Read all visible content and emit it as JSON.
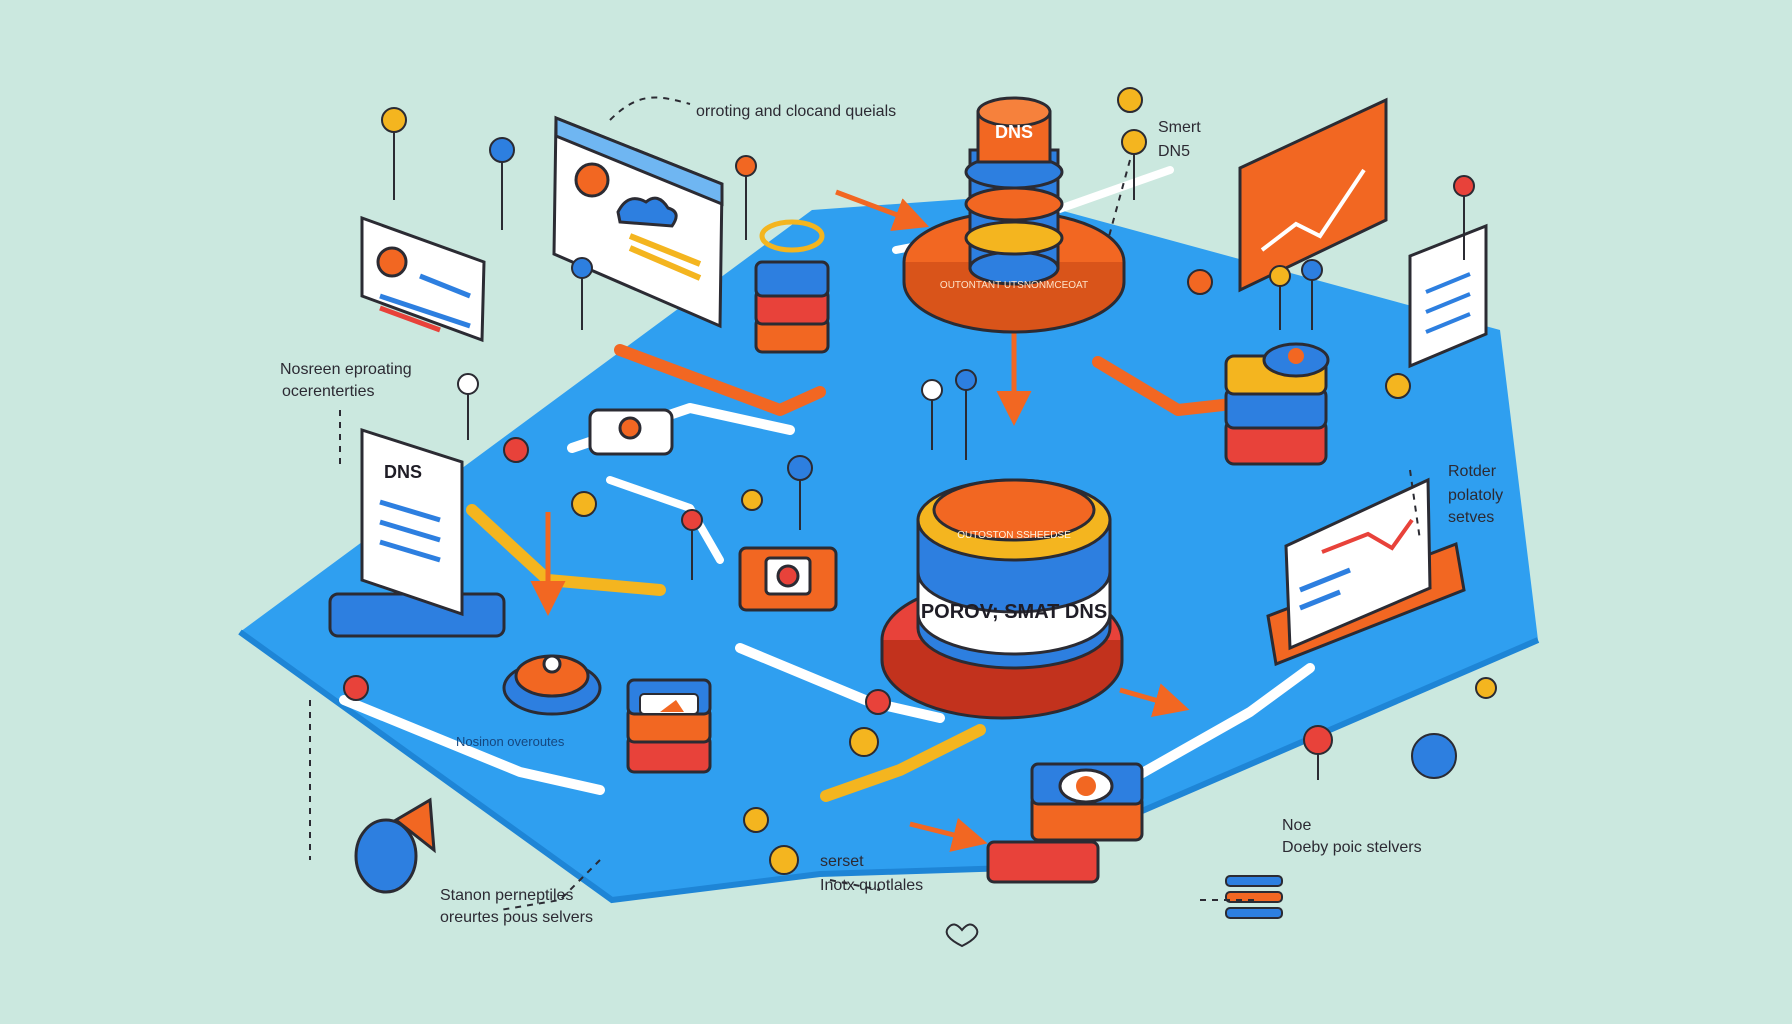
{
  "colors": {
    "background": "#cbe8df",
    "platform": "#2f9ff0",
    "accent_orange": "#f26722",
    "accent_blue": "#2d7fe0",
    "accent_yellow": "#f4b51f",
    "accent_red": "#e8423a",
    "outline": "#2b2b33"
  },
  "labels": {
    "top_center": "orroting and clocand queials",
    "top_right": "Smert",
    "top_right_2": "DN5",
    "left_upper_1": "Nosreen eproating",
    "left_upper_2": "ocerenterties",
    "right_mid_1": "Rotder",
    "right_mid_2": "polatoly",
    "right_mid_3": "setves",
    "bottom_right_1": "Noe",
    "bottom_right_2": "Doeby poic stelvers",
    "bottom_center_1": "serset",
    "bottom_center_2": "Inotx quotlales",
    "bottom_left_1": "Stanon perneptiles",
    "bottom_left_2": "oreurtes pous selvers",
    "platform_left": "Nosinon overoutes"
  },
  "dns_labels": {
    "top_tower": "DNS",
    "left_sign": "DNS",
    "central_band": "POROV; SMAT DNS",
    "central_ring": "OUTOSTON SSHEEDSE",
    "top_ring": "OUTONTANT UTSNONMCEOAT"
  },
  "icons": [
    "sun-icon",
    "cloud-icon",
    "chart-icon",
    "document-icon",
    "database-icon",
    "arrow-icon",
    "pin-icon",
    "heart-icon"
  ]
}
